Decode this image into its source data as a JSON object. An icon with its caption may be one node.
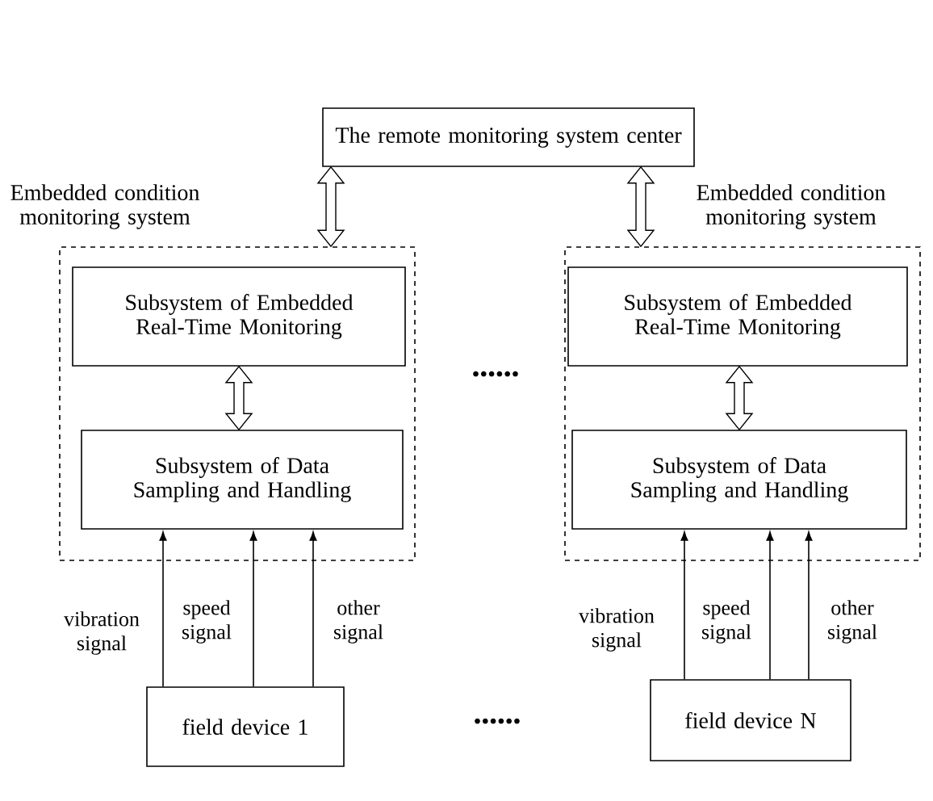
{
  "diagram": {
    "nodes": [
      {
        "text": [
          "The remote monitoring system center"
        ]
      },
      {
        "text": [
          "Embedded condition monitoring system"
        ]
      },
      {
        "text": [
          "Subsystem of Embedded Real-Time Monitoring"
        ],
        "in": 1
      },
      {
        "text": [
          "Subsystem of Data Sampling and Handling"
        ],
        "in": 1
      },
      {
        "text": [
          "Embedded condition monitoring system"
        ]
      },
      {
        "text": [
          "Subsystem of Embedded Real-Time Monitoring"
        ],
        "in": 4
      },
      {
        "text": [
          "Subsystem of Data Sampling and Handling"
        ],
        "in": 4
      },
      {
        "text": [
          "field device 1"
        ]
      },
      {
        "text": [
          "field device N"
        ]
      }
    ],
    "edges": [
      {
        "from": 0,
        "to": 1,
        "arrow": "both",
        "style": "thick"
      },
      {
        "from": 0,
        "to": 4,
        "arrow": "both",
        "style": "thick"
      },
      {
        "from": 2,
        "to": 3,
        "arrow": "both",
        "style": "thick"
      },
      {
        "from": 5,
        "to": 6,
        "arrow": "both",
        "style": "thick"
      },
      {
        "from": 7,
        "to": 3,
        "arrow": "to",
        "label": "vibration signal"
      },
      {
        "from": 7,
        "to": 3,
        "arrow": "to",
        "label": "speed signal"
      },
      {
        "from": 7,
        "to": 3,
        "arrow": "to",
        "label": "other signal"
      },
      {
        "from": 8,
        "to": 6,
        "arrow": "to",
        "label": "vibration signal"
      },
      {
        "from": 8,
        "to": 6,
        "arrow": "to",
        "label": "speed signal"
      },
      {
        "from": 8,
        "to": 6,
        "arrow": "to",
        "label": "other signal"
      }
    ],
    "labels": [
      "••••••",
      "••••••"
    ]
  }
}
